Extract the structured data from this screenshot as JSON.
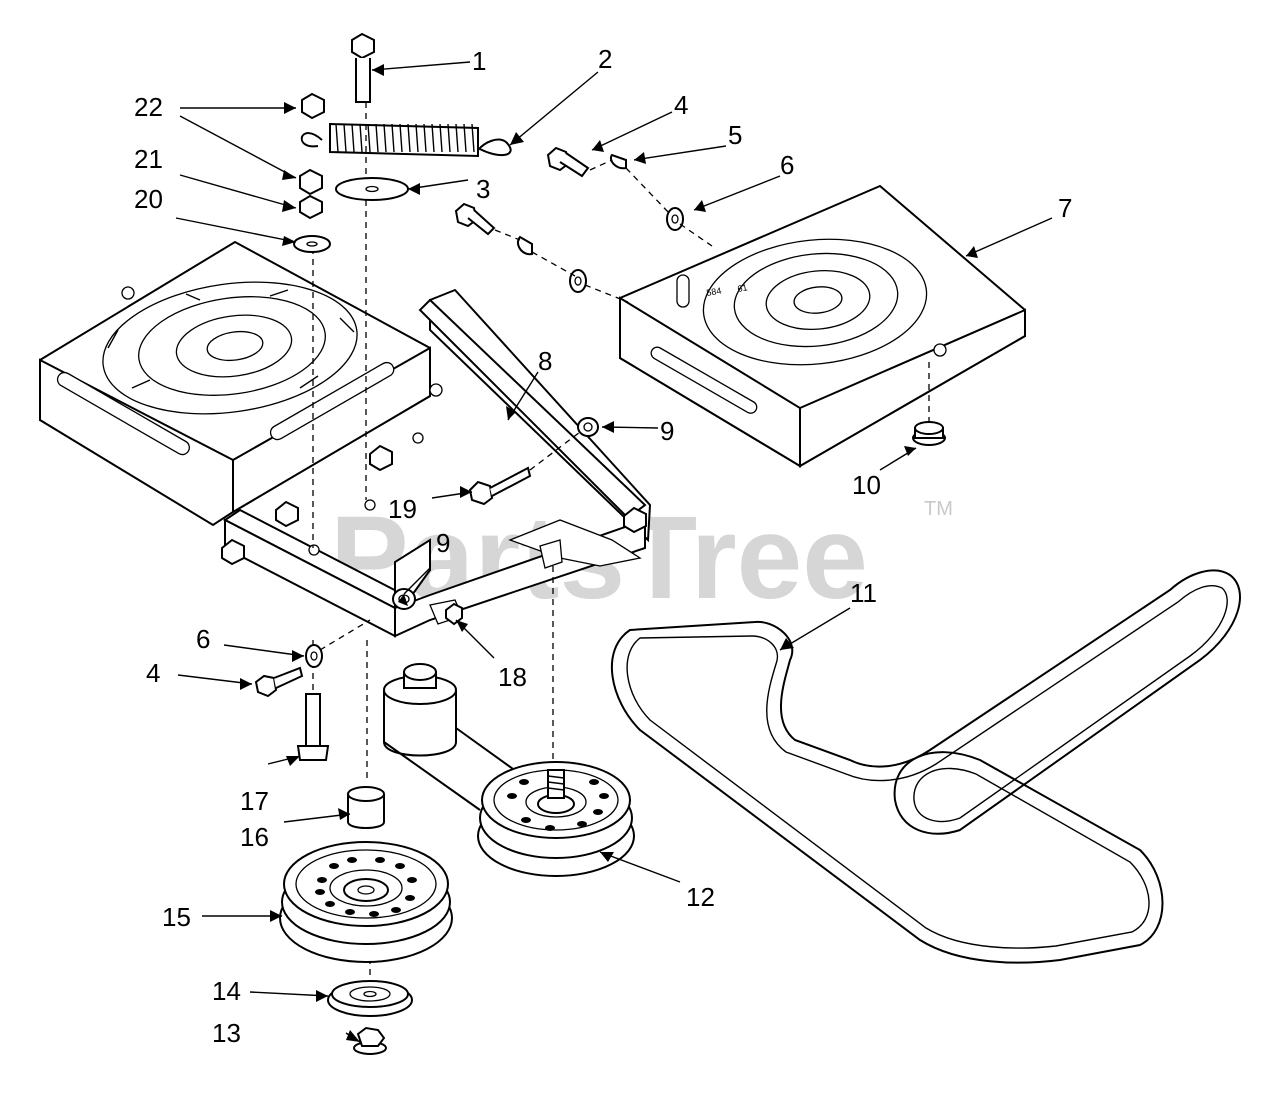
{
  "watermark": {
    "text": "PartsTree",
    "trademark": "TM"
  },
  "callouts": [
    {
      "id": "c1",
      "label": "1"
    },
    {
      "id": "c2",
      "label": "2"
    },
    {
      "id": "c3",
      "label": "3"
    },
    {
      "id": "c4a",
      "label": "4"
    },
    {
      "id": "c5",
      "label": "5"
    },
    {
      "id": "c6a",
      "label": "6"
    },
    {
      "id": "c7",
      "label": "7"
    },
    {
      "id": "c8",
      "label": "8"
    },
    {
      "id": "c9a",
      "label": "9"
    },
    {
      "id": "c10",
      "label": "10"
    },
    {
      "id": "c11",
      "label": "11"
    },
    {
      "id": "c12",
      "label": "12"
    },
    {
      "id": "c13",
      "label": "13"
    },
    {
      "id": "c14",
      "label": "14"
    },
    {
      "id": "c15",
      "label": "15"
    },
    {
      "id": "c16",
      "label": "16"
    },
    {
      "id": "c17",
      "label": "17"
    },
    {
      "id": "c18",
      "label": "18"
    },
    {
      "id": "c19",
      "label": "19"
    },
    {
      "id": "c20",
      "label": "20"
    },
    {
      "id": "c21",
      "label": "21"
    },
    {
      "id": "c22",
      "label": "22"
    },
    {
      "id": "c4b",
      "label": "4"
    },
    {
      "id": "c6b",
      "label": "6"
    },
    {
      "id": "c9b",
      "label": "9"
    }
  ]
}
